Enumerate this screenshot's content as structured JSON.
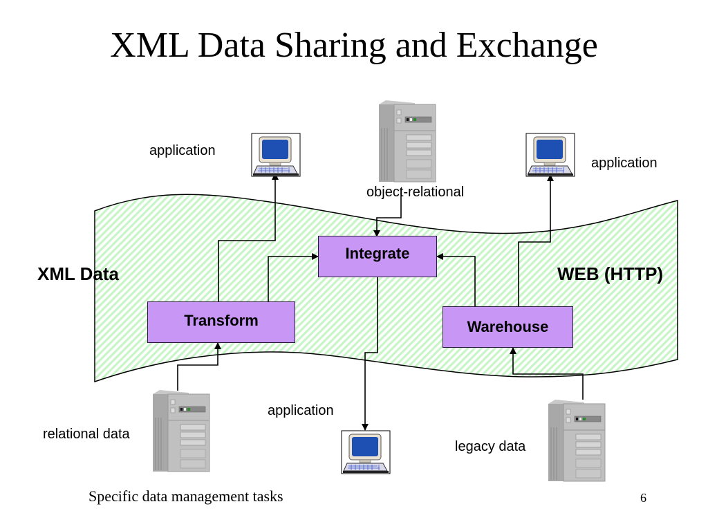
{
  "slide": {
    "title": "XML Data Sharing and Exchange",
    "footer": "Specific data management tasks",
    "page_number": "6"
  },
  "diagram": {
    "band": {
      "left_label": "XML Data",
      "right_label": "WEB (HTTP)",
      "fill_color": "#c8f5c8"
    },
    "processes": {
      "integrate": "Integrate",
      "transform": "Transform",
      "warehouse": "Warehouse"
    },
    "process_color": "#c896f5",
    "endpoints": {
      "app_top_left": "application",
      "app_top_right": "application",
      "app_bottom": "application",
      "object_relational": "object-relational",
      "relational": "relational data",
      "legacy": "legacy data"
    },
    "edges": [
      {
        "from": "relational data",
        "to": "Transform"
      },
      {
        "from": "Transform",
        "to": "application (top-left)"
      },
      {
        "from": "Transform",
        "to": "Integrate"
      },
      {
        "from": "object-relational",
        "to": "Integrate"
      },
      {
        "from": "Warehouse",
        "to": "Integrate"
      },
      {
        "from": "Warehouse",
        "to": "application (top-right)"
      },
      {
        "from": "legacy data",
        "to": "Warehouse"
      },
      {
        "from": "Integrate",
        "to": "application (bottom)"
      }
    ]
  }
}
